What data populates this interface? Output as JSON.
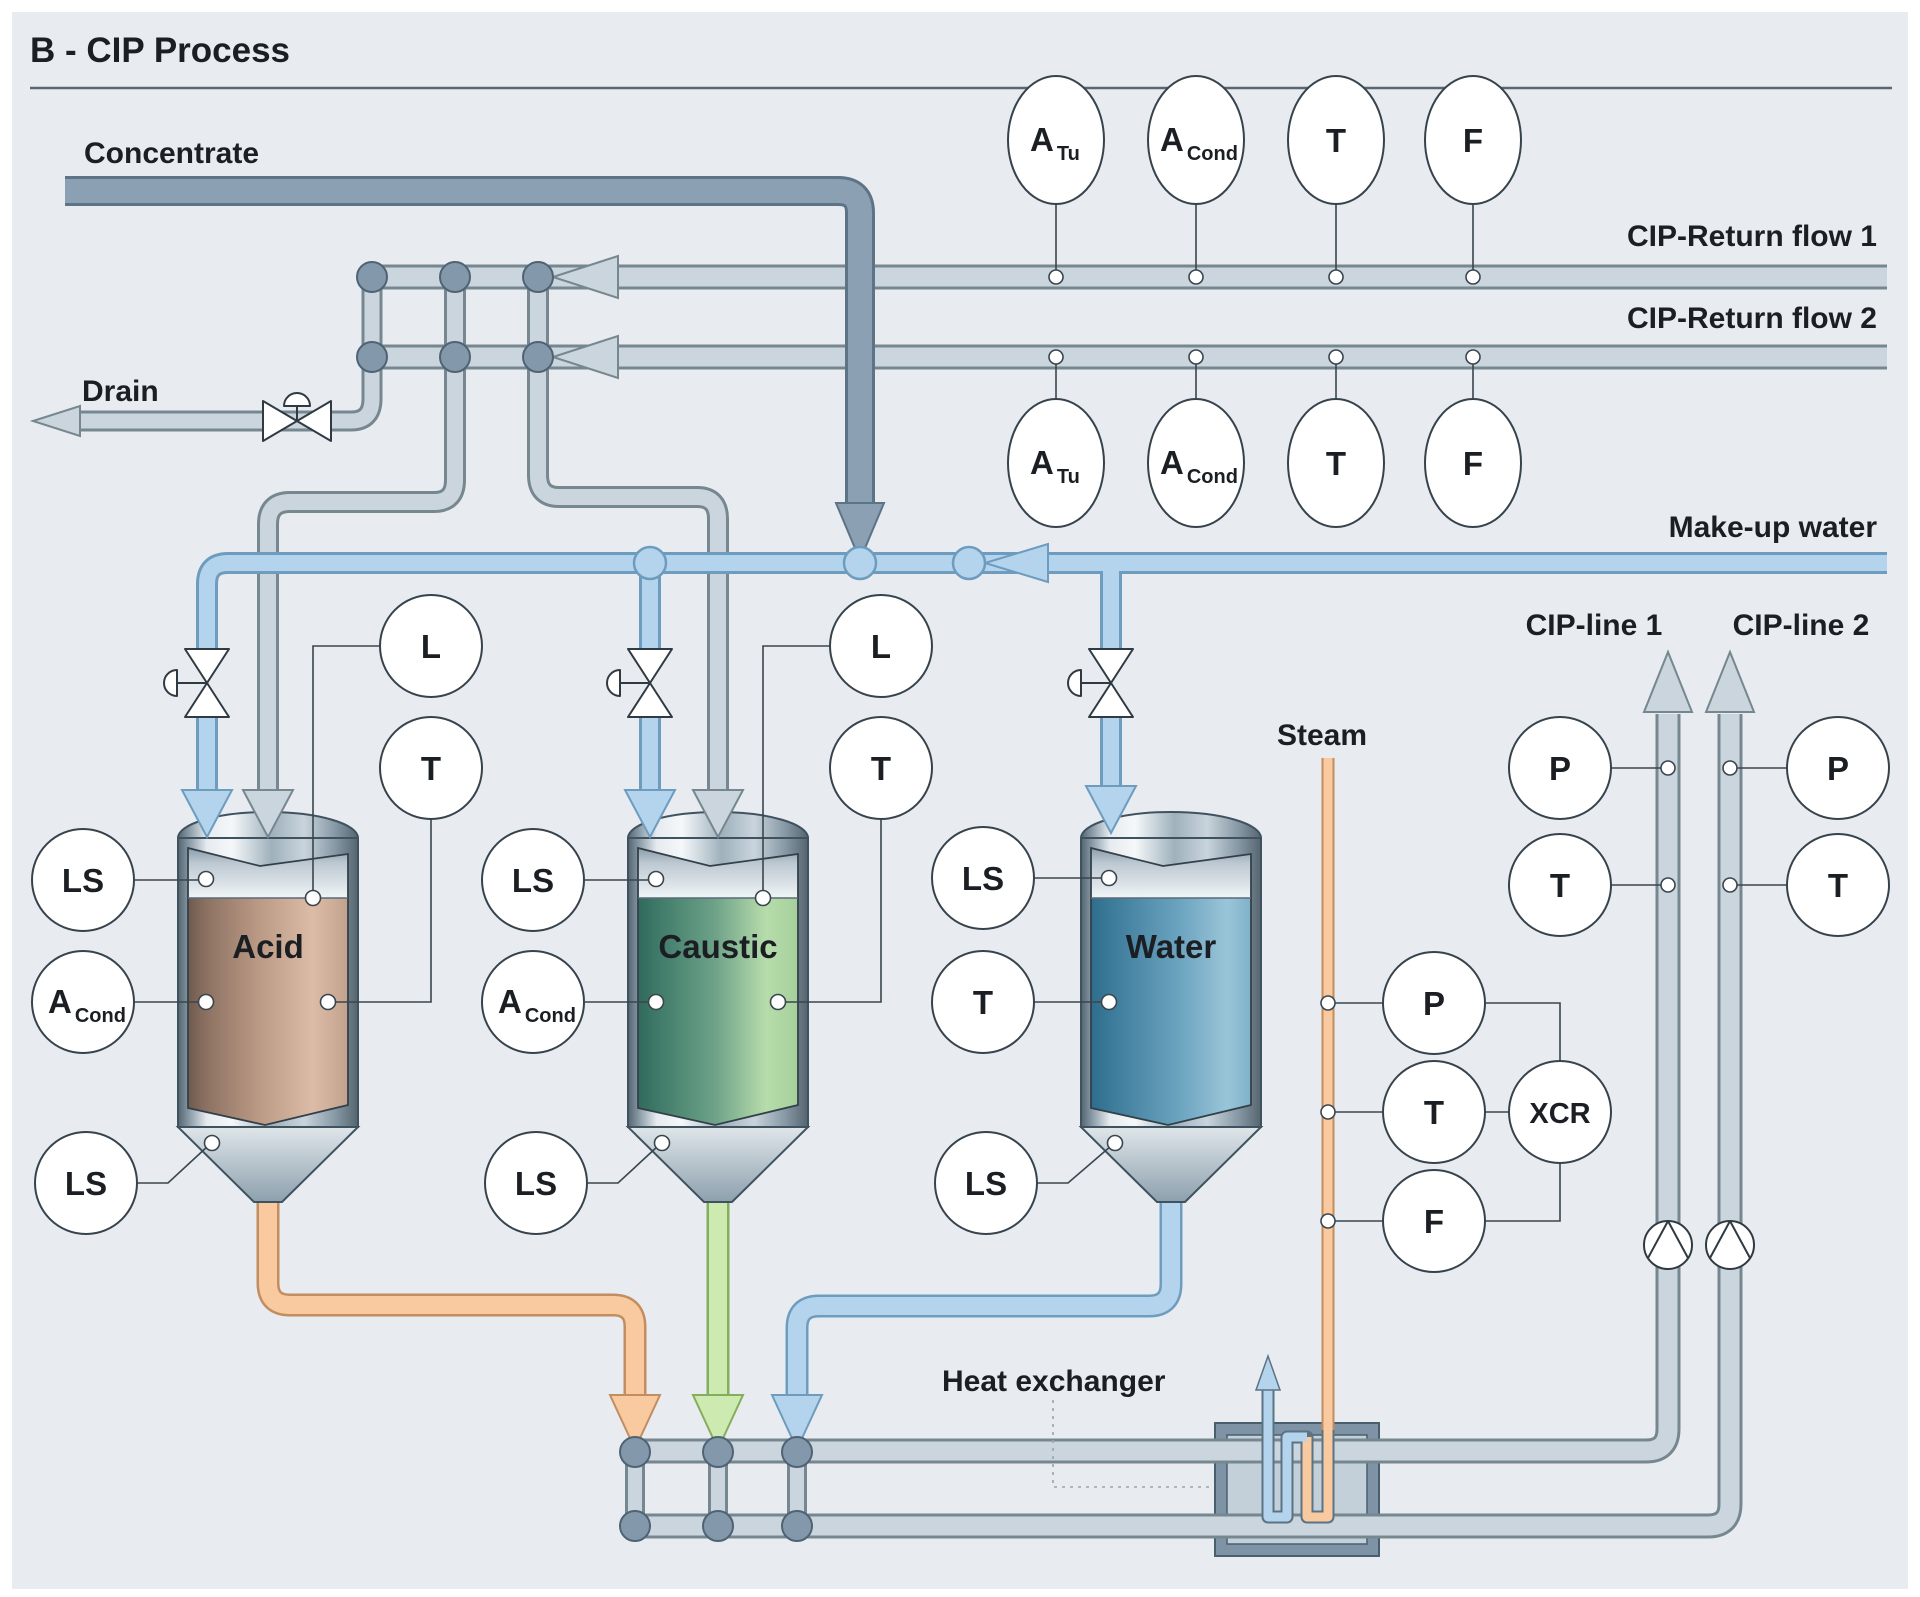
{
  "title": "B - CIP Process",
  "labels": {
    "concentrate": "Concentrate",
    "drain": "Drain",
    "cip_return_1": "CIP-Return flow 1",
    "cip_return_2": "CIP-Return flow 2",
    "makeup_water": "Make-up water",
    "steam": "Steam",
    "cip_line_1": "CIP-line 1",
    "cip_line_2": "CIP-line 2",
    "heat_exchanger": "Heat exchanger"
  },
  "tanks": [
    {
      "name": "Acid"
    },
    {
      "name": "Caustic"
    },
    {
      "name": "Water"
    }
  ],
  "instruments": {
    "a": "A",
    "tu": "Tu",
    "cond": "Cond",
    "t": "T",
    "f": "F",
    "p": "P",
    "l": "L",
    "ls": "LS",
    "xcr": "XCR"
  },
  "colors": {
    "background_panel": "#e8ecf1",
    "pipe_light": "#cbd5dd",
    "pipe_dark": "#8ba0b2",
    "pipe_blue": "#b3d4ec",
    "pipe_orange": "#f9c9a0",
    "pipe_green": "#cdeab1",
    "junction_dot": "#8398ab",
    "acid_liquid": "#bc9b86",
    "caustic_liquid": "#6da288",
    "water_liquid": "#5e9cb9",
    "text": "#1b1f23"
  }
}
